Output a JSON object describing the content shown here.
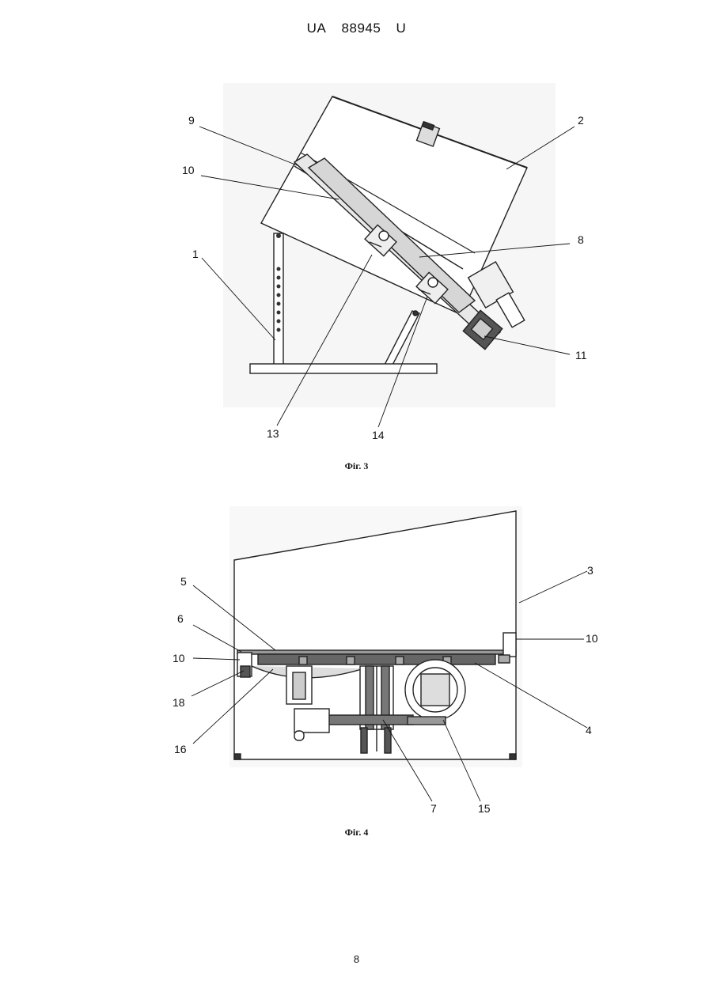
{
  "header": {
    "country": "UA",
    "number": "88945",
    "kind": "U"
  },
  "figure3": {
    "caption": "Фіг. 3",
    "labels": {
      "l1": "1",
      "l2": "2",
      "l8": "8",
      "l9": "9",
      "l10": "10",
      "l11": "11",
      "l13": "13",
      "l14": "14"
    }
  },
  "figure4": {
    "caption": "Фіг. 4",
    "labels": {
      "l3": "3",
      "l4": "4",
      "l5": "5",
      "l6": "6",
      "l7": "7",
      "l10a": "10",
      "l10b": "10",
      "l15": "15",
      "l16": "16",
      "l18": "18"
    }
  },
  "page_number": "8"
}
